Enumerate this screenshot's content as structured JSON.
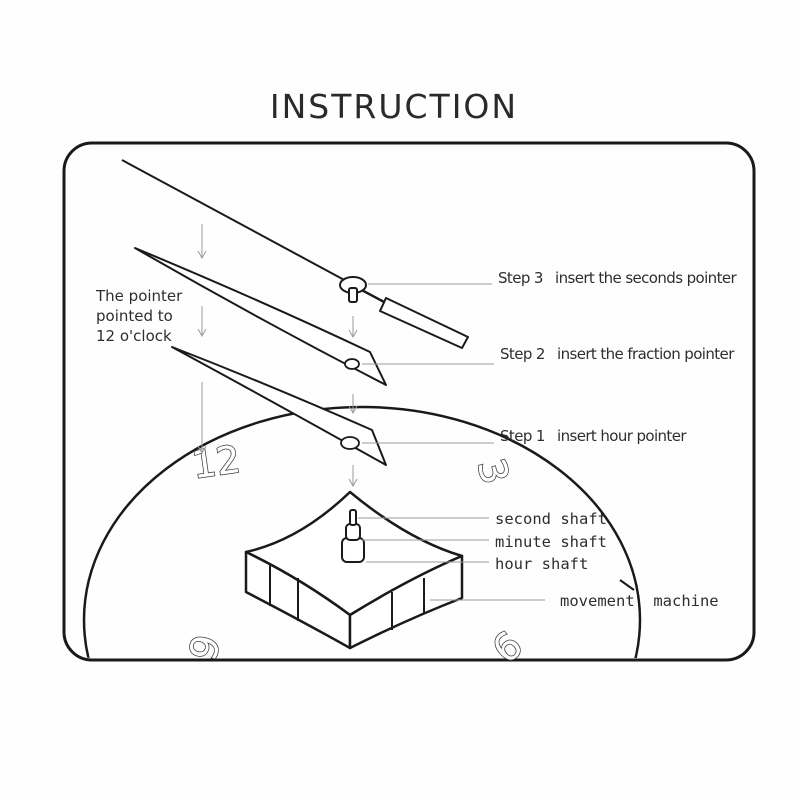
{
  "title": "INSTRUCTION",
  "note": {
    "lines": [
      "The pointer",
      "pointed to",
      "12 o'clock"
    ]
  },
  "steps": [
    {
      "step": "Step 3",
      "text": "insert the seconds pointer"
    },
    {
      "step": "Step 2",
      "text": "insert the fraction pointer"
    },
    {
      "step": "Step 1",
      "text": "insert hour pointer"
    }
  ],
  "parts": {
    "second_shaft": "second shaft",
    "minute_shaft": "minute shaft",
    "hour_shaft": "hour shaft",
    "movement_machine": "movement  machine"
  },
  "dial_numerals": {
    "twelve": "12",
    "three": "3",
    "six": "6",
    "nine": "9"
  },
  "colors": {
    "line": "#1a1a1a",
    "leader": "#9a9a9a",
    "text": "#2e2e2e",
    "background": "#fefefe"
  }
}
